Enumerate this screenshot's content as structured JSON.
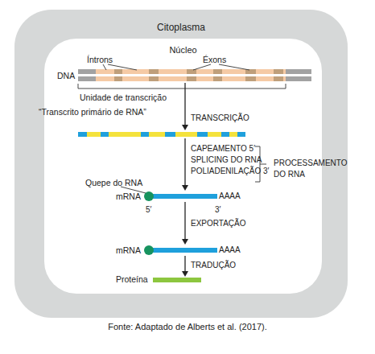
{
  "diagram": {
    "caption": "Fonte: Adaptado de Alberts et al. (2017).",
    "nodes": [
      {
        "text": [
          "Citoplasma"
        ]
      },
      {
        "text": [
          "Núcleo"
        ],
        "in": 0
      },
      {
        "text": [
          "DNA"
        ],
        "in": 1
      },
      {
        "text": [
          "“Transcrito primário de RNA”"
        ],
        "in": 1
      },
      {
        "text": [
          "mRNA",
          "AAAA"
        ],
        "in": 1
      },
      {
        "text": [
          "mRNA",
          "AAAA"
        ],
        "in": 1
      },
      {
        "text": [
          "Proteína"
        ],
        "in": 1
      }
    ],
    "edges": [
      {
        "from": 2,
        "to": 3,
        "arrow": "to",
        "label": "TRANSCRIÇÃO"
      },
      {
        "from": 3,
        "to": 4,
        "arrow": "to",
        "label": "CAPEAMENTO 5′ SPLICING DO RNA POLIADENILAÇÃO 3′"
      },
      {
        "from": 4,
        "to": 5,
        "arrow": "to",
        "label": "EXPORTAÇÃO"
      },
      {
        "from": 5,
        "to": 6,
        "arrow": "to",
        "label": "TRADUÇÃO"
      }
    ],
    "labels": [
      "Íntrons",
      "Éxons",
      "Unidade de transcrição",
      "PROCESSAMENTO DO RNA",
      "Quepe do RNA",
      "5′",
      "3′"
    ]
  }
}
